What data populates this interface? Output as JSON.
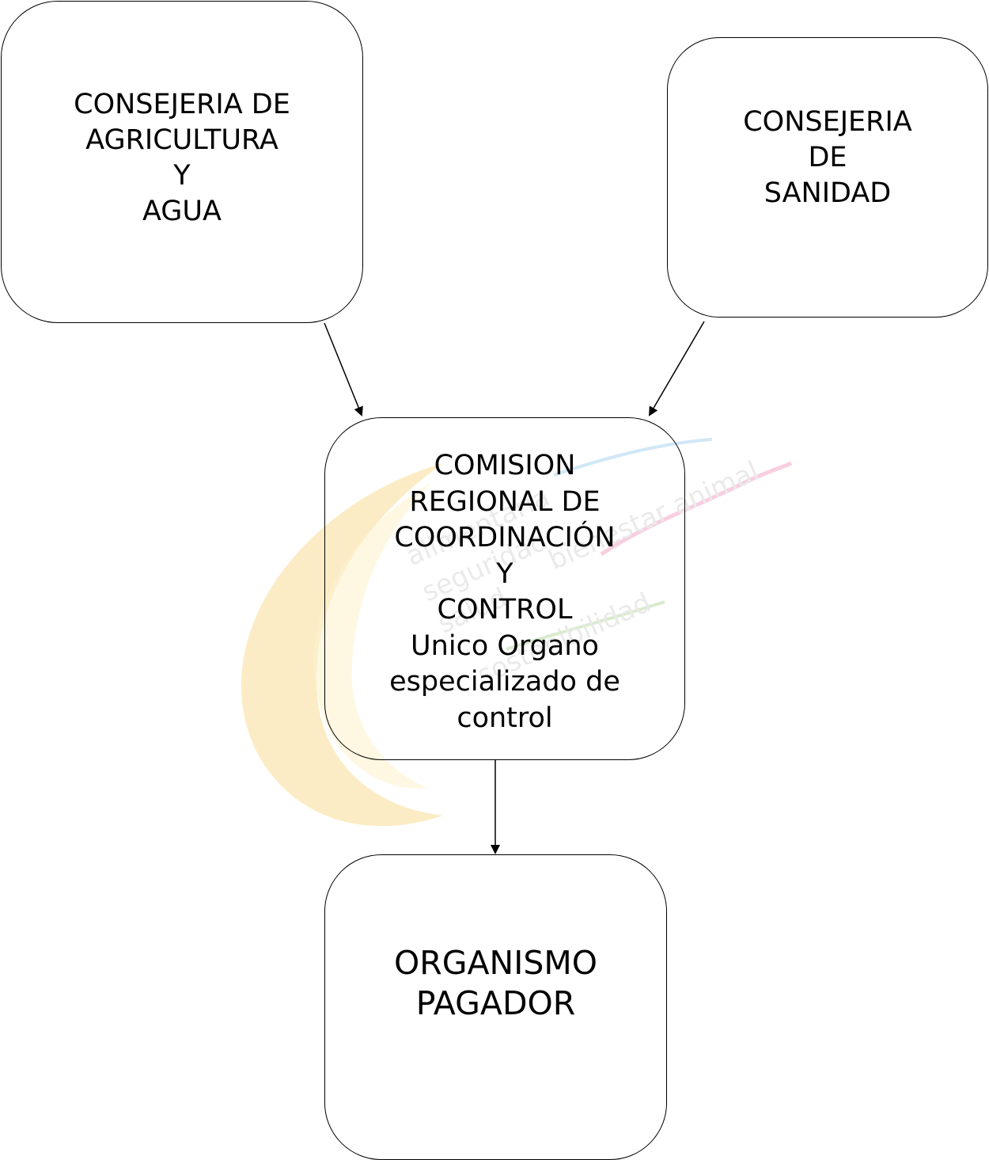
{
  "nodes": {
    "agricultura": {
      "lines": [
        "CONSEJERIA DE",
        "AGRICULTURA",
        "Y",
        "AGUA"
      ]
    },
    "sanidad": {
      "lines": [
        "CONSEJERIA",
        "DE",
        "SANIDAD"
      ]
    },
    "comision": {
      "lines": [
        "COMISION",
        "REGIONAL DE",
        "COORDINACIÓN",
        "Y",
        "CONTROL",
        "Unico Organo",
        "especializado de",
        "control"
      ]
    },
    "organismo": {
      "lines": [
        "ORGANISMO",
        "PAGADOR"
      ]
    }
  },
  "edges": [
    {
      "from": "agricultura",
      "to": "comision"
    },
    {
      "from": "sanidad",
      "to": "comision"
    },
    {
      "from": "comision",
      "to": "organismo"
    }
  ],
  "watermark": {
    "words": [
      "alimentaria",
      "seguridad",
      "salud",
      "bienestar animal",
      "sostenibilidad"
    ],
    "colors": {
      "arc": "#f5c242",
      "arc_light": "#fbe6a8",
      "text": "#d9d9d9",
      "wave_pink": "#f4a6c8",
      "wave_green": "#b9dca4",
      "wave_blue": "#a9d3ee"
    }
  },
  "colors": {
    "stroke": "#000000",
    "background": "#ffffff"
  }
}
